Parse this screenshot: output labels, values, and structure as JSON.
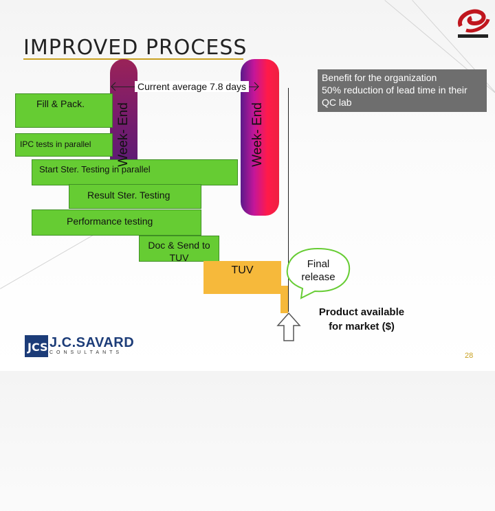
{
  "title": "IMPROVED PROCESS",
  "week_end_labels": [
    "Week- End",
    "Week- End"
  ],
  "current_average": "Current average 7.8 days",
  "benefit": {
    "line1": "Benefit for the organization",
    "line2": "50% reduction of lead time in their",
    "line3": "QC lab"
  },
  "steps": {
    "fill_pack": "Fill & Pack.",
    "ipc_tests": "IPC tests in parallel",
    "start_ster": "Start Ster. Testing in parallel",
    "result_ster": "Result Ster. Testing",
    "performance": "Performance testing",
    "doc_send_1": "Doc & Send to",
    "doc_send_2": "TUV",
    "tuv": "TUV"
  },
  "final_release": {
    "line1": "Final",
    "line2": "release"
  },
  "product_available": {
    "line1": "Product available",
    "line2": "for market ($)"
  },
  "footer": {
    "company_logo": "J.C.SAVARD",
    "company_sub": "CONSULTANTS",
    "page_number": "28"
  },
  "colors": {
    "step_green": "#66cc33",
    "tuv_orange": "#f6b93b",
    "benefit_gray": "#6e6e6e",
    "accent_gold": "#c8a020"
  }
}
